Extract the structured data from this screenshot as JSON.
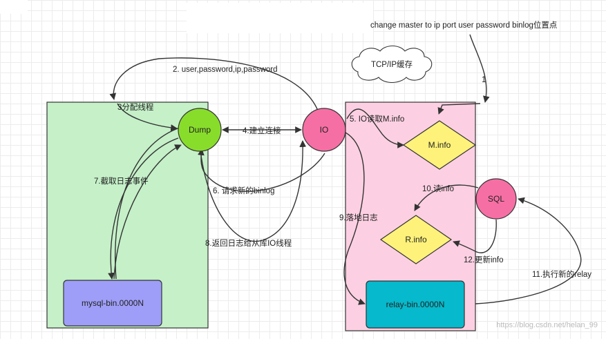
{
  "title_text": "change master to ip port user password binlog位置点",
  "cloud_label": "TCP/IP缓存",
  "nodes": {
    "dump": "Dump",
    "io": "IO",
    "sql": "SQL",
    "minfo": "M.info",
    "rinfo": "R.info",
    "mysqlbin": "mysql-bin.0000N",
    "relaybin": "relay-bin.0000N"
  },
  "edges": {
    "e1": "1",
    "e2": "2. user,password,ip,password",
    "e3": "3分配线程",
    "e4": "4.建立连接",
    "e5": "5. IO读取M.info",
    "e6": "6. 请求新的binlog",
    "e7": "7.截取日志事件",
    "e8": "8.返回日志给从库IO线程",
    "e9": "9.落地日志",
    "e10": "10.读info",
    "e11": "11.执行新的relay",
    "e12": "12.更新info"
  },
  "watermark": "https://blog.csdn.net/helan_99",
  "colors": {
    "master_bg": "#c5f0c8",
    "slave_bg": "#fcd0e2",
    "dump": "#88dd2b",
    "io": "#f66fa4",
    "sql": "#f66fa4",
    "diamond": "#fef27a",
    "mysqlbin": "#9e9ef8",
    "relaybin": "#06b9cc"
  }
}
